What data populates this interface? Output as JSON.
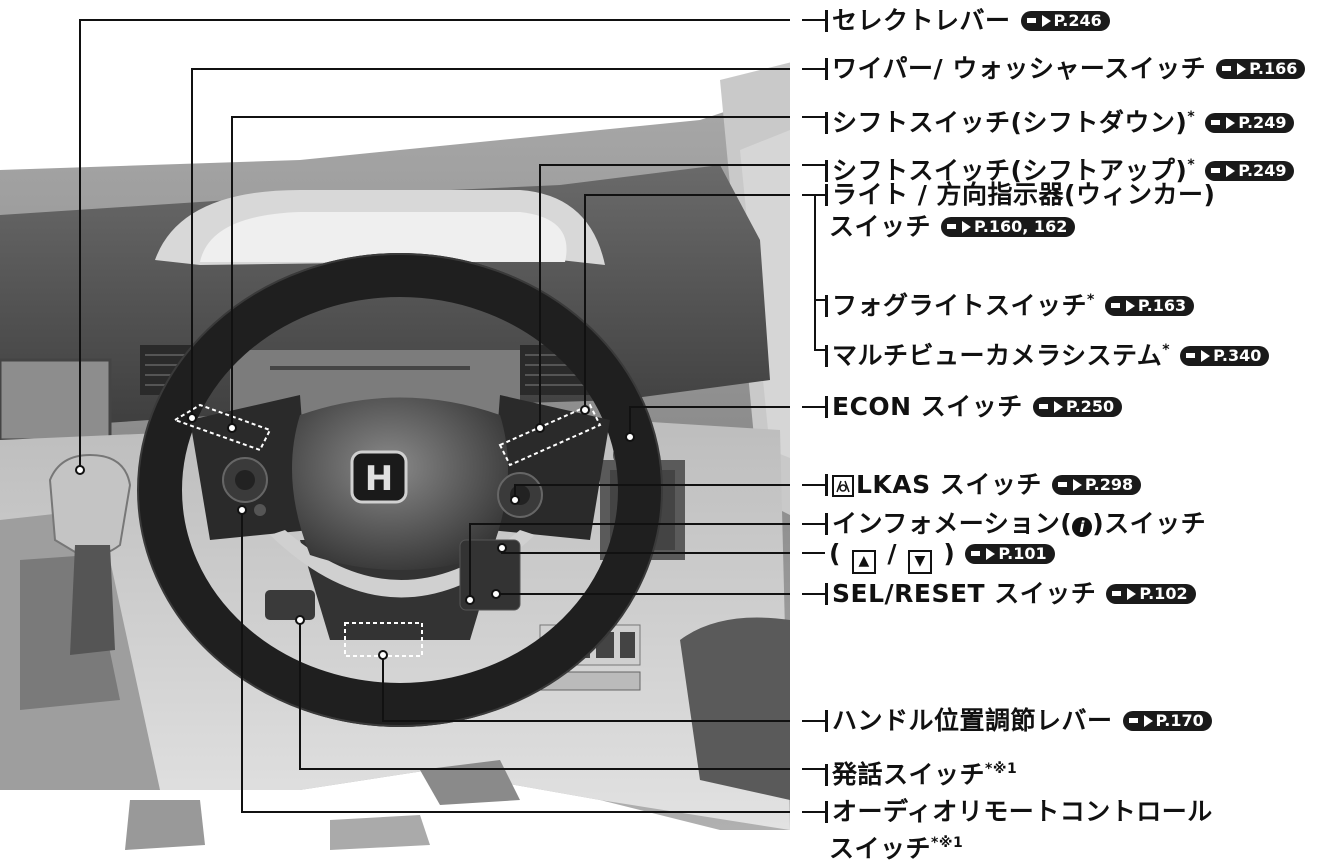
{
  "labels": [
    {
      "id": "select-lever",
      "text": "セレクトレバー",
      "ref": "P.246"
    },
    {
      "id": "wiper-switch",
      "text": "ワイパー/ ウォッシャースイッチ",
      "ref": "P.166"
    },
    {
      "id": "shift-down",
      "text": "シフトスイッチ(シフトダウン)",
      "star": "*",
      "ref": "P.249"
    },
    {
      "id": "shift-up",
      "text": "シフトスイッチ(シフトアップ)",
      "star": "*",
      "ref": "P.249"
    },
    {
      "id": "light-switch",
      "text": "ライト / 方向指示器(ウィンカー)",
      "text2": "スイッチ",
      "ref": "P.160, 162"
    },
    {
      "id": "fog-switch",
      "text": "フォグライトスイッチ",
      "star": "*",
      "ref": "P.163"
    },
    {
      "id": "multiview-camera",
      "text": "マルチビューカメラシステム",
      "star": "*",
      "ref": "P.340"
    },
    {
      "id": "econ-switch",
      "text": "ECON スイッチ",
      "ref": "P.250"
    },
    {
      "id": "lkas-switch",
      "text": "LKAS スイッチ",
      "ref": "P.298"
    },
    {
      "id": "info-switch",
      "text_a": "インフォメーション(",
      "text_b": ")スイッチ",
      "text2_a": "( ",
      "text2_sep": " / ",
      "text2_b": " )",
      "ref": "P.101"
    },
    {
      "id": "sel-reset",
      "text": "SEL/RESET スイッチ",
      "ref": "P.102"
    },
    {
      "id": "steering-lever",
      "text": "ハンドル位置調節レバー",
      "ref": "P.170"
    },
    {
      "id": "talk-switch",
      "text": "発話スイッチ",
      "star": "*※1"
    },
    {
      "id": "audio-remote",
      "text": "オーディオリモートコントロール",
      "text2": "スイッチ",
      "star": "*※1"
    }
  ],
  "glyphs": {
    "info": "i",
    "up": "▲",
    "down": "▼",
    "honda": "H"
  }
}
